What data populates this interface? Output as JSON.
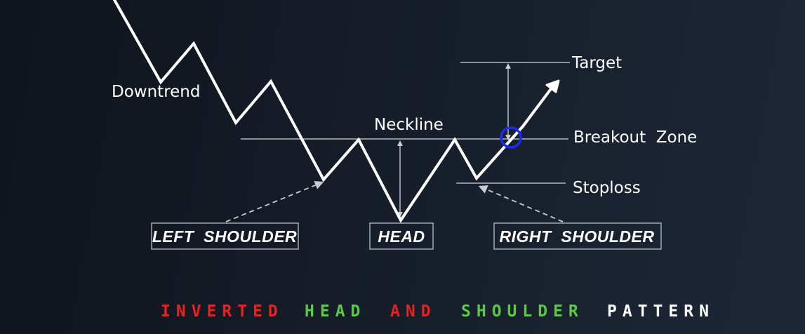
{
  "labels": {
    "downtrend": "Downtrend",
    "neckline": "Neckline",
    "target": "Target",
    "breakout_zone": "Breakout  Zone",
    "stoploss": "Stoploss"
  },
  "boxes": {
    "left_shoulder": "LEFT  SHOULDER",
    "head": "HEAD",
    "right_shoulder": "RIGHT  SHOULDER"
  },
  "title": {
    "words": [
      {
        "text": "INVERTED",
        "color": "#e52421"
      },
      {
        "text": "HEAD",
        "color": "#5cc84a"
      },
      {
        "text": "AND",
        "color": "#e52421"
      },
      {
        "text": "SHOULDER",
        "color": "#5cc84a"
      },
      {
        "text": "PATTERN",
        "color": "#ffffff"
      }
    ]
  },
  "colors": {
    "price_line": "#ffffff",
    "guide_line": "#d0d4da",
    "breakout_marker": "#1a2cf0"
  }
}
